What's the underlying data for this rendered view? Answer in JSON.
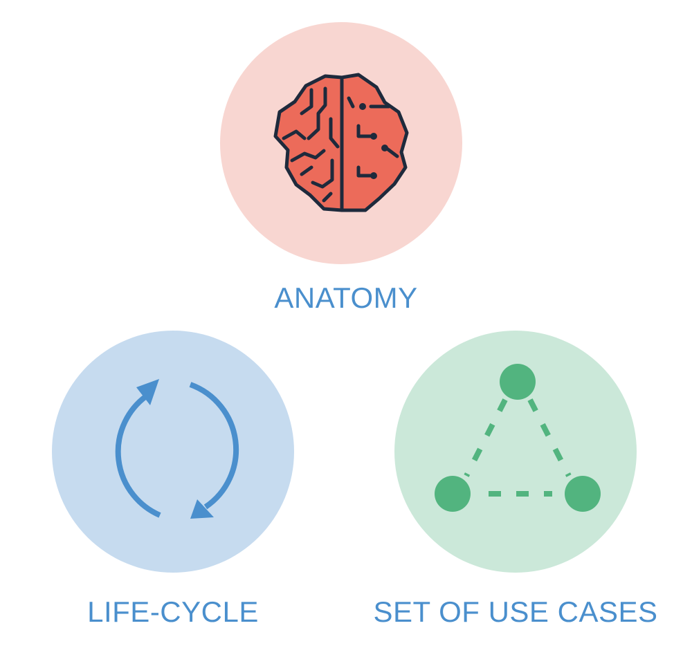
{
  "colors": {
    "label": "#4a8fcd",
    "anatomy_bg": "#f8d6d1",
    "lifecycle_bg": "#c6dbef",
    "usecases_bg": "#cbe8d9",
    "brain_fill": "#ec6b5a",
    "brain_stroke": "#1e2a3c",
    "arrow": "#4a8fcd",
    "node": "#52b47f"
  },
  "concepts": [
    {
      "key": "anatomy",
      "label": "ANATOMY",
      "icon": "brain-circuit-icon"
    },
    {
      "key": "lifecycle",
      "label": "LIFE-CYCLE",
      "icon": "cycle-arrows-icon"
    },
    {
      "key": "usecases",
      "label": "SET OF USE CASES",
      "icon": "node-triangle-icon"
    }
  ]
}
